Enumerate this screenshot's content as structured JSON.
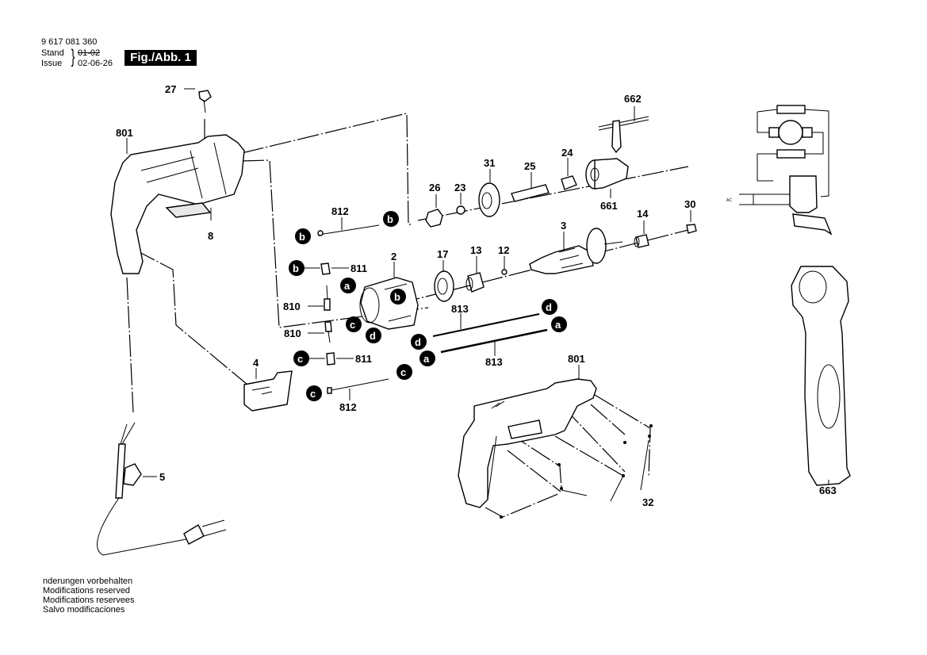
{
  "header": {
    "part_number": "9 617 081 360",
    "stand_label": "Stand",
    "issue_label": "Issue",
    "stand_value": "01-02",
    "issue_value": "02-06-26",
    "figure_label": "Fig./Abb. 1"
  },
  "footer": {
    "lines": [
      "nderungen vorbehalten",
      "Modifications reserved",
      "Modifications reservees",
      "Salvo modificaciones"
    ]
  },
  "parts": {
    "p27": "27",
    "p801a": "801",
    "p8": "8",
    "p4": "4",
    "p5": "5",
    "p812a": "812",
    "p811a": "811",
    "p810a": "810",
    "p810b": "810",
    "p811b": "811",
    "p812b": "812",
    "p2": "2",
    "p26": "26",
    "p23": "23",
    "p31": "31",
    "p25": "25",
    "p24": "24",
    "p662": "662",
    "p661": "661",
    "p17": "17",
    "p13": "13",
    "p12": "12",
    "p3": "3",
    "p14": "14",
    "p30": "30",
    "p813a": "813",
    "p813b": "813",
    "p801b": "801",
    "p32": "32",
    "p663": "663"
  },
  "callouts": {
    "b1": "b",
    "b2": "b",
    "b3": "b",
    "b4": "b",
    "a1": "a",
    "a2": "a",
    "a3": "a",
    "c1": "c",
    "c2": "c",
    "c3": "c",
    "c4": "c",
    "d1": "d",
    "d2": "d",
    "d3": "d"
  },
  "schematic": {
    "supply_label": "AC"
  }
}
